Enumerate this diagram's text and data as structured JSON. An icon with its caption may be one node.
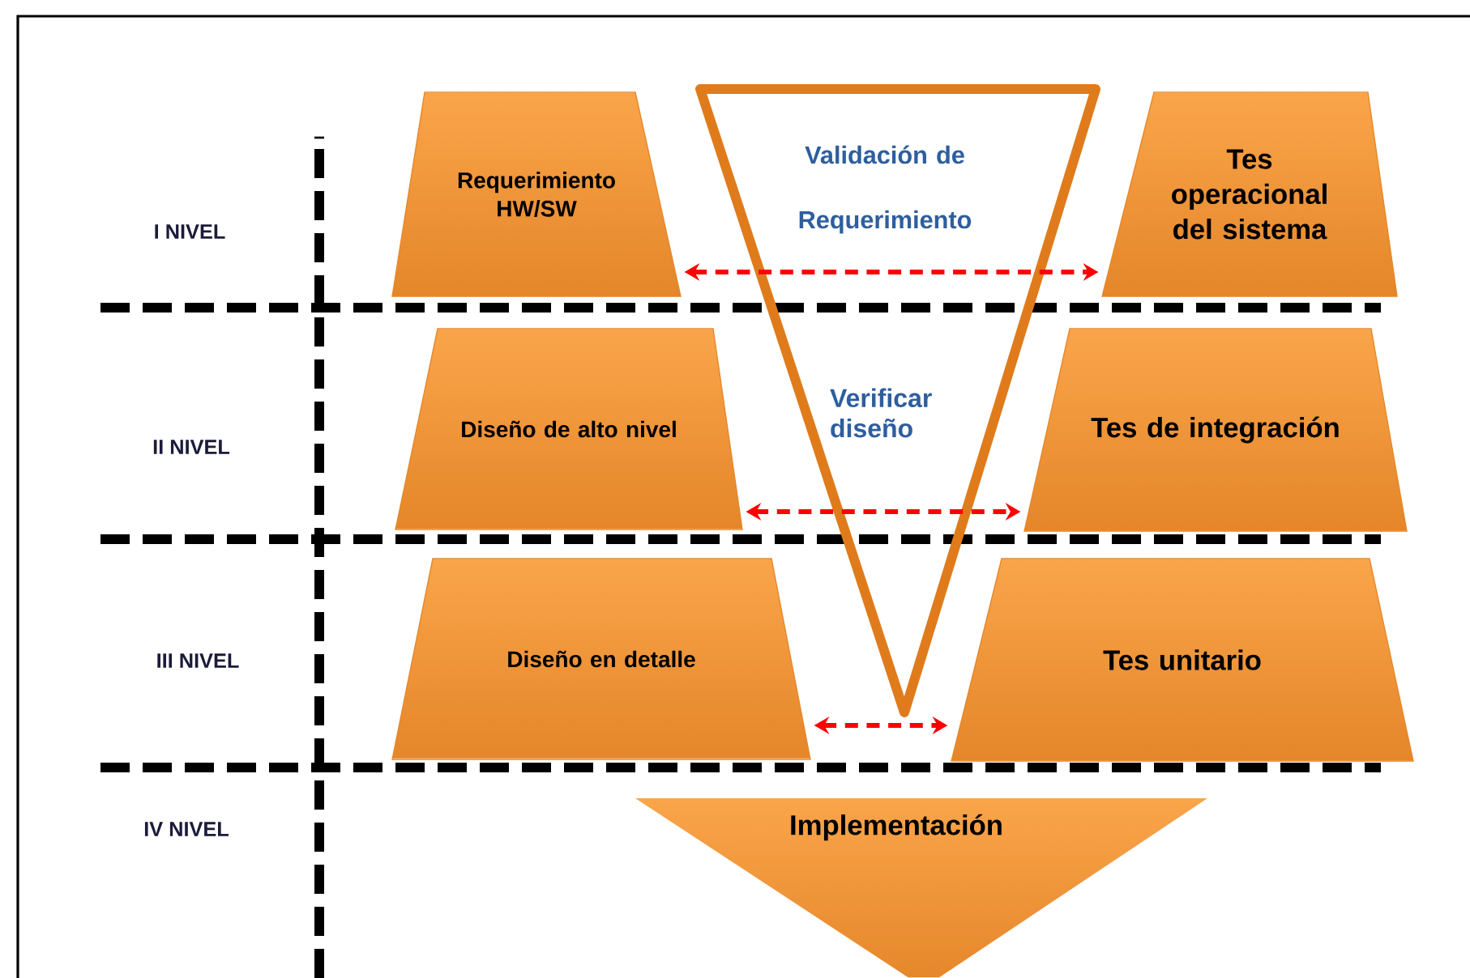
{
  "diagram": {
    "nodes": [
      {
        "text": [
          "Requerimiento HW/SW"
        ]
      },
      {
        "text": [
          "Tes operacional del sistema"
        ]
      },
      {
        "text": [
          "Diseño de alto nivel"
        ]
      },
      {
        "text": [
          "Tes de integración"
        ]
      },
      {
        "text": [
          "Diseño en detalle"
        ]
      },
      {
        "text": [
          "Tes unitario"
        ]
      },
      {
        "text": [
          "Implementación"
        ]
      }
    ],
    "edges": [
      {
        "from": 0,
        "to": 1,
        "arrow": "both",
        "style": "dashed"
      },
      {
        "from": 2,
        "to": 3,
        "arrow": "both",
        "style": "dashed"
      },
      {
        "from": 4,
        "to": 5,
        "arrow": "both",
        "style": "dashed"
      }
    ],
    "labels": [
      "Validación de Requerimiento",
      "I NIVEL",
      "Verificar diseño",
      "II NIVEL",
      "III NIVEL",
      "IV NIVEL"
    ]
  }
}
